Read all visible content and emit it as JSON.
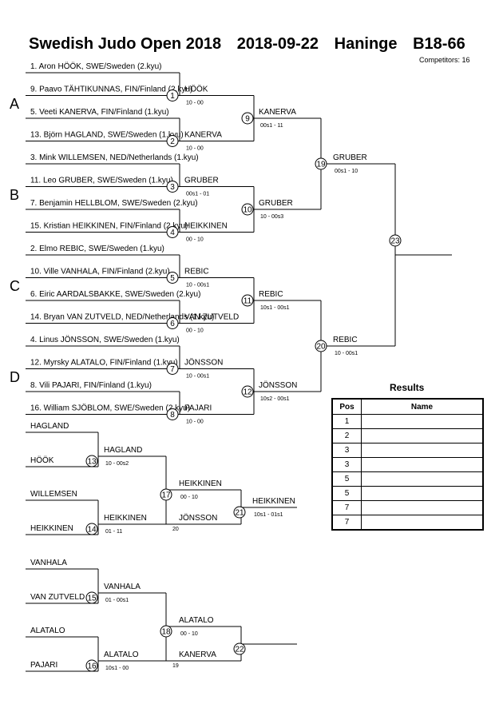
{
  "header": {
    "title": "Swedish Judo Open 2018",
    "date": "2018-09-22",
    "place": "Haninge",
    "category": "B18-66",
    "competitors": "Competitors: 16"
  },
  "pools": [
    "A",
    "B",
    "C",
    "D"
  ],
  "competitors": [
    "1. Aron HÖÖK, SWE/Sweden (2.kyu)",
    "9. Paavo TÄHTIKUNNAS, FIN/Finland (2.kyu)",
    "5. Veeti KANERVA, FIN/Finland (1.kyu)",
    "13. Björn HAGLAND, SWE/Sweden (1.kyu)",
    "3. Mink WILLEMSEN, NED/Netherlands (1.kyu)",
    "11. Leo GRUBER, SWE/Sweden (1.kyu)",
    "7. Benjamin HELLBLOM, SWE/Sweden (2.kyu)",
    "15. Kristian HEIKKINEN, FIN/Finland (2.kyu)",
    "2. Elmo REBIC, SWE/Sweden (1.kyu)",
    "10. Ville VANHALA, FIN/Finland (2.kyu)",
    "6. Eiric AARDALSBAKKE, SWE/Sweden (2.kyu)",
    "14. Bryan VAN ZUTVELD, NED/Netherlands (1.kyu)",
    "4. Linus JÖNSSON, SWE/Sweden (1.kyu)",
    "12. Myrsky ALATALO, FIN/Finland (1.kyu)",
    "8. Vili PAJARI, FIN/Finland (1.kyu)",
    "16. William SJÖBLOM, SWE/Sweden (2.kyu)"
  ],
  "round1": [
    {
      "num": "1",
      "winner": "HÖÖK",
      "score": "10 - 00"
    },
    {
      "num": "2",
      "winner": "KANERVA",
      "score": "10 - 00"
    },
    {
      "num": "3",
      "winner": "GRUBER",
      "score": "00s1 - 01"
    },
    {
      "num": "4",
      "winner": "HEIKKINEN",
      "score": "00 - 10"
    },
    {
      "num": "5",
      "winner": "REBIC",
      "score": "10 - 00s1"
    },
    {
      "num": "6",
      "winner": "VAN ZUTVELD",
      "score": "00 - 10"
    },
    {
      "num": "7",
      "winner": "JÖNSSON",
      "score": "10 - 00s1"
    },
    {
      "num": "8",
      "winner": "PAJARI",
      "score": "10 - 00"
    }
  ],
  "round2": [
    {
      "num": "9",
      "winner": "KANERVA",
      "score": "00s1 - 11"
    },
    {
      "num": "10",
      "winner": "GRUBER",
      "score": "10 - 00s3"
    },
    {
      "num": "11",
      "winner": "REBIC",
      "score": "10s1 - 00s1"
    },
    {
      "num": "12",
      "winner": "JÖNSSON",
      "score": "10s2 - 00s1"
    }
  ],
  "semis": [
    {
      "num": "19",
      "winner": "GRUBER",
      "score": "00s1 - 10"
    },
    {
      "num": "20",
      "winner": "REBIC",
      "score": "10 - 00s1"
    }
  ],
  "final": {
    "num": "23"
  },
  "repechage": [
    {
      "top_a": "HAGLAND",
      "top_b": "HÖÖK",
      "top_num": "13",
      "top_winner": "HAGLAND",
      "top_score": "10 - 00s2",
      "bot_a": "WILLEMSEN",
      "bot_b": "HEIKKINEN",
      "bot_num": "14",
      "bot_winner": "HEIKKINEN",
      "bot_score": "01 - 11",
      "mid_num": "17",
      "mid_winner": "HEIKKINEN",
      "mid_score": "00 - 10",
      "mid_opponent": "JÖNSSON",
      "mid_note": "20",
      "fin_num": "21",
      "fin_winner": "HEIKKINEN",
      "fin_score": "10s1 - 01s1"
    },
    {
      "top_a": "VANHALA",
      "top_b": "VAN ZUTVELD",
      "top_num": "15",
      "top_winner": "VANHALA",
      "top_score": "01 - 00s1",
      "bot_a": "ALATALO",
      "bot_b": "PAJARI",
      "bot_num": "16",
      "bot_winner": "ALATALO",
      "bot_score": "10s1 - 00",
      "mid_num": "18",
      "mid_winner": "ALATALO",
      "mid_score": "00 - 10",
      "mid_opponent": "KANERVA",
      "mid_note": "19",
      "fin_num": "22",
      "fin_winner": "",
      "fin_score": ""
    }
  ],
  "results": {
    "title": "Results",
    "col_pos": "Pos",
    "col_name": "Name",
    "rows": [
      {
        "pos": "1",
        "name": ""
      },
      {
        "pos": "2",
        "name": ""
      },
      {
        "pos": "3",
        "name": ""
      },
      {
        "pos": "3",
        "name": ""
      },
      {
        "pos": "5",
        "name": ""
      },
      {
        "pos": "5",
        "name": ""
      },
      {
        "pos": "7",
        "name": ""
      },
      {
        "pos": "7",
        "name": ""
      }
    ]
  }
}
